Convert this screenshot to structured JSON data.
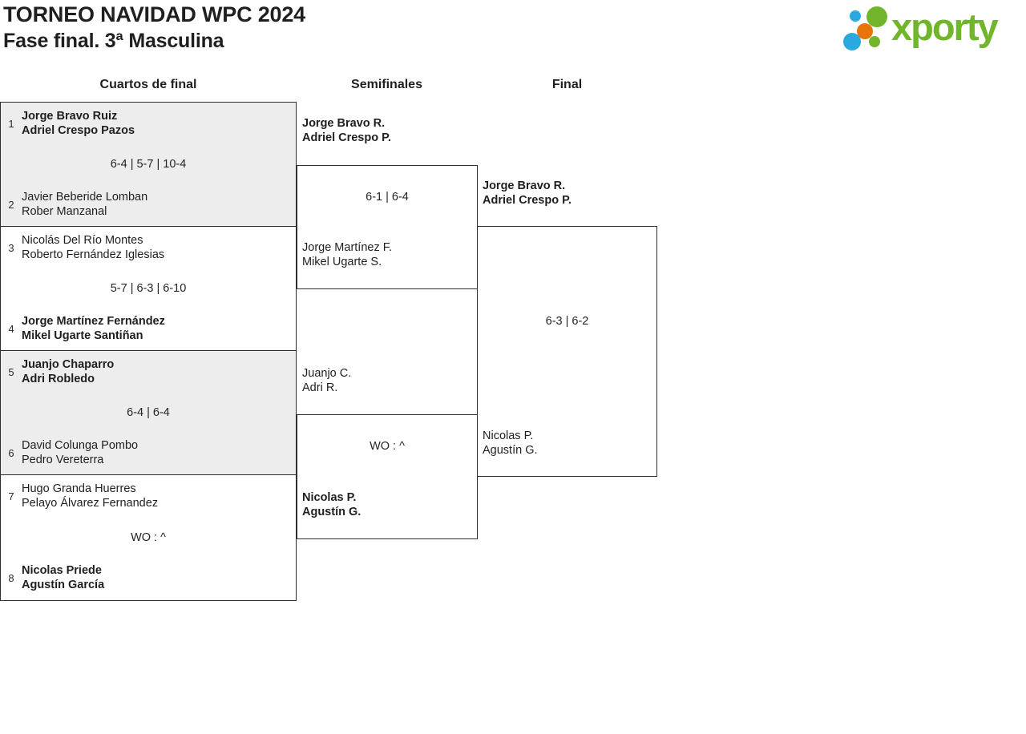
{
  "page": {
    "title": "TORNEO NAVIDAD WPC 2024",
    "subtitle": "Fase final. 3ª Masculina"
  },
  "logo": {
    "text": "xporty",
    "colors": {
      "green": "#71b62a",
      "blue": "#29a9e0",
      "orange": "#e8740c"
    }
  },
  "round_headers": {
    "quarterfinals": "Cuartos de final",
    "semifinals": "Semifinales",
    "final": "Final"
  },
  "colors": {
    "shaded_cell": "#ededed",
    "border": "#2f2f2f"
  },
  "bracket": {
    "quarterfinals": [
      {
        "top": {
          "seed": "1",
          "players": [
            "Jorge Bravo Ruiz",
            "Adriel Crespo Pazos"
          ],
          "winner": true
        },
        "score": "6-4 | 5-7 | 10-4",
        "bottom": {
          "seed": "2",
          "players": [
            "Javier Beberide Lomban",
            "Rober Manzanal"
          ],
          "winner": false
        }
      },
      {
        "top": {
          "seed": "3",
          "players": [
            "Nicolás Del Río Montes",
            "Roberto Fernández Iglesias"
          ],
          "winner": false
        },
        "score": "5-7 | 6-3 | 6-10",
        "bottom": {
          "seed": "4",
          "players": [
            "Jorge Martínez Fernández",
            "Mikel Ugarte Santiñan"
          ],
          "winner": true
        }
      },
      {
        "top": {
          "seed": "5",
          "players": [
            "Juanjo Chaparro",
            "Adri Robledo"
          ],
          "winner": true
        },
        "score": "6-4 | 6-4",
        "bottom": {
          "seed": "6",
          "players": [
            "David Colunga Pombo",
            "Pedro Vereterra"
          ],
          "winner": false
        }
      },
      {
        "top": {
          "seed": "7",
          "players": [
            "Hugo Granda Huerres",
            "Pelayo Álvarez Fernandez"
          ],
          "winner": false
        },
        "score": "WO : ^",
        "bottom": {
          "seed": "8",
          "players": [
            "Nicolas Priede",
            "Agustín García"
          ],
          "winner": true
        }
      }
    ],
    "semifinals": [
      {
        "top": {
          "players": [
            "Jorge Bravo R.",
            "Adriel Crespo P."
          ],
          "winner": true
        },
        "score": "6-1 | 6-4",
        "bottom": {
          "players": [
            "Jorge Martínez F.",
            "Mikel Ugarte S."
          ],
          "winner": false
        }
      },
      {
        "top": {
          "players": [
            "Juanjo C.",
            "Adri R."
          ],
          "winner": false
        },
        "score": "WO : ^",
        "bottom": {
          "players": [
            "Nicolas P.",
            "Agustín G."
          ],
          "winner": true
        }
      }
    ],
    "final": {
      "top": {
        "players": [
          "Jorge Bravo R.",
          "Adriel Crespo P."
        ],
        "winner": true
      },
      "score": "6-3 | 6-2",
      "bottom": {
        "players": [
          "Nicolas P.",
          "Agustín G."
        ],
        "winner": false
      }
    }
  }
}
